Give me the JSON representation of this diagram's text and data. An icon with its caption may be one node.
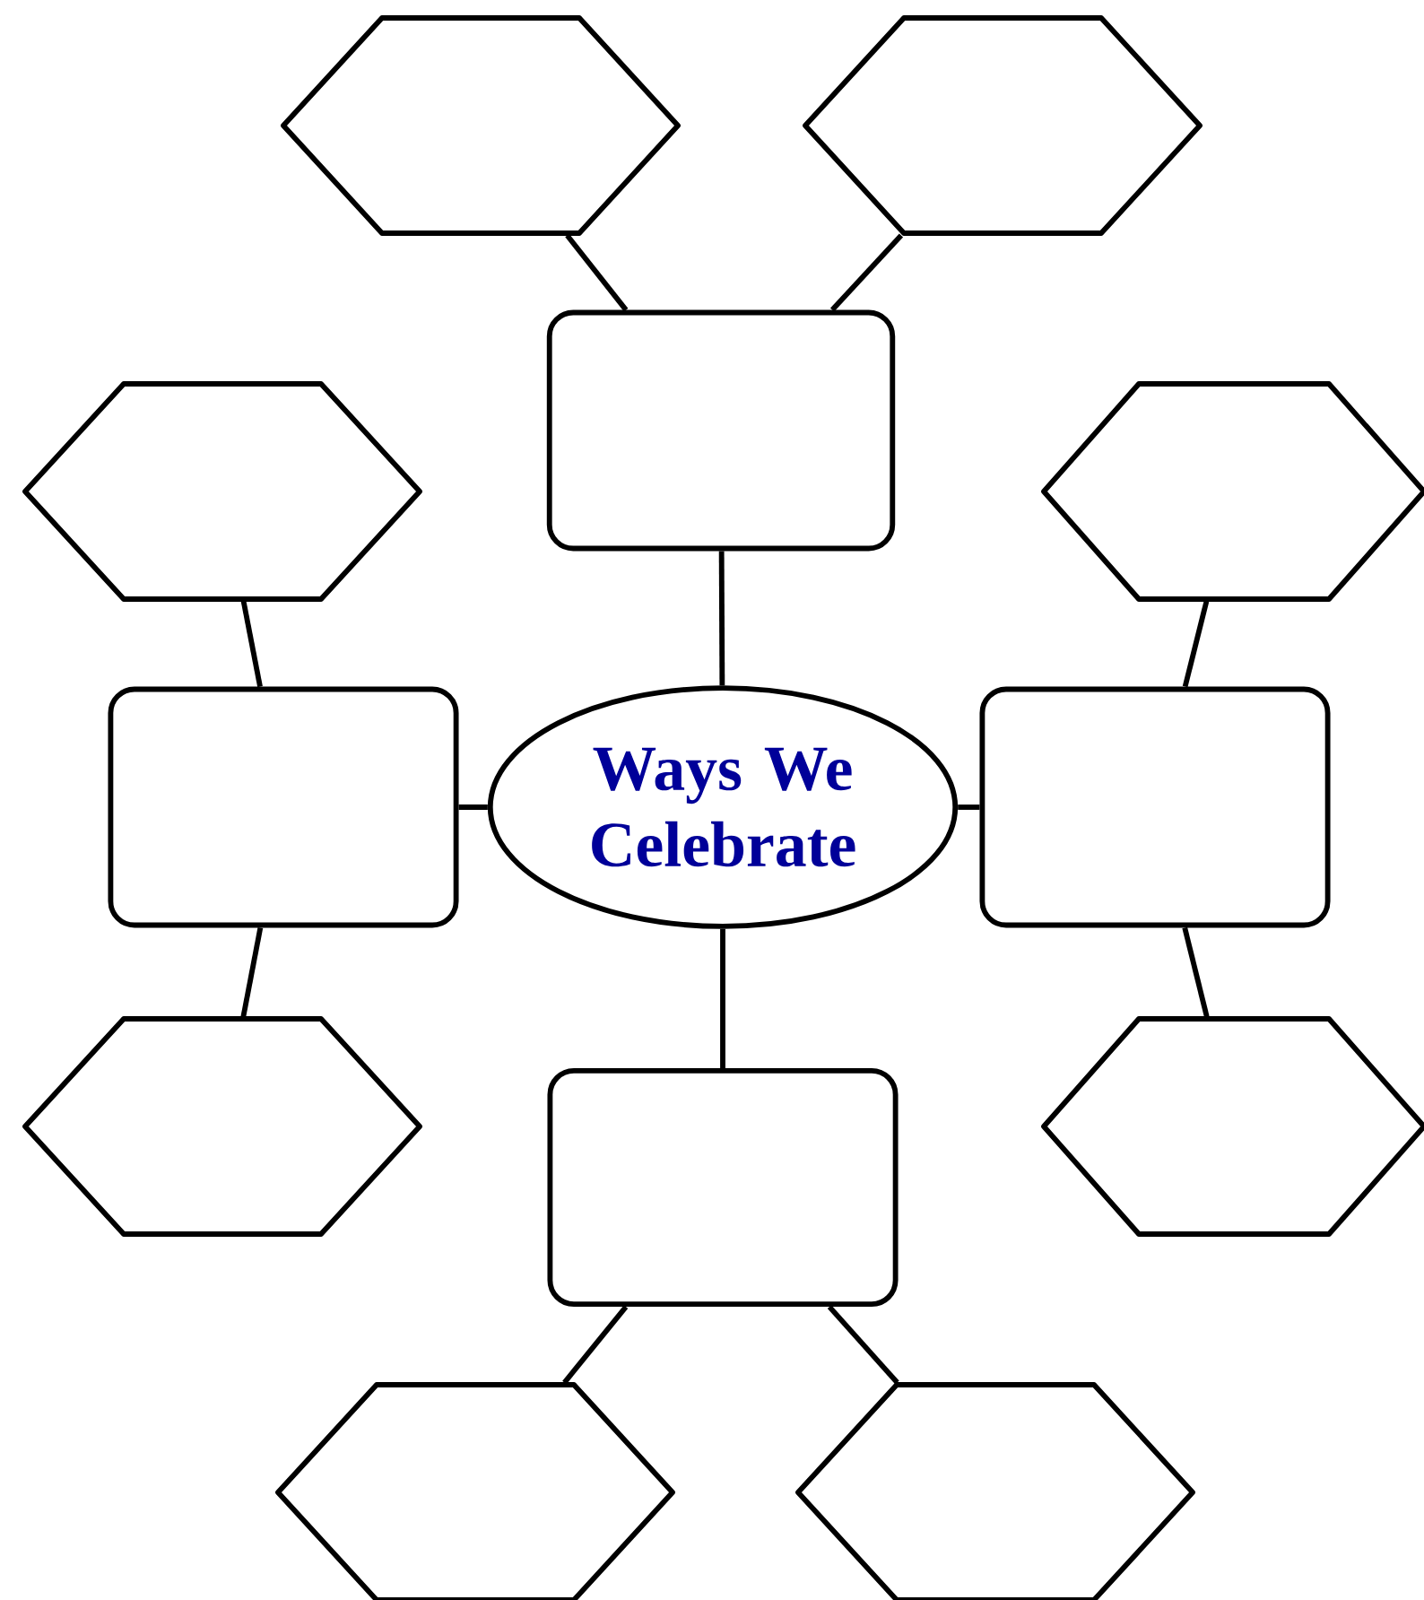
{
  "diagram": {
    "nodes": [
      {
        "text": [
          "Ways We Celebrate"
        ]
      },
      {
        "text": [],
        "shape": "box"
      },
      {
        "text": [],
        "shape": "box"
      },
      {
        "text": [],
        "shape": "box"
      },
      {
        "text": [],
        "shape": "box"
      },
      {
        "text": [],
        "shape": "hexagon"
      },
      {
        "text": [],
        "shape": "hexagon"
      },
      {
        "text": [],
        "shape": "hexagon"
      },
      {
        "text": [],
        "shape": "hexagon"
      },
      {
        "text": [],
        "shape": "hexagon"
      },
      {
        "text": [],
        "shape": "hexagon"
      },
      {
        "text": [],
        "shape": "hexagon"
      },
      {
        "text": [],
        "shape": "hexagon"
      }
    ],
    "edges": [
      {
        "from": 0,
        "to": 1,
        "arrow": "none"
      },
      {
        "from": 0,
        "to": 2,
        "arrow": "none"
      },
      {
        "from": 0,
        "to": 3,
        "arrow": "none"
      },
      {
        "from": 0,
        "to": 4,
        "arrow": "none"
      },
      {
        "from": 1,
        "to": 5,
        "arrow": "none"
      },
      {
        "from": 1,
        "to": 6,
        "arrow": "none"
      },
      {
        "from": 2,
        "to": 7,
        "arrow": "none"
      },
      {
        "from": 3,
        "to": 8,
        "arrow": "none"
      },
      {
        "from": 2,
        "to": 9,
        "arrow": "none"
      },
      {
        "from": 3,
        "to": 10,
        "arrow": "none"
      },
      {
        "from": 4,
        "to": 11,
        "arrow": "none"
      },
      {
        "from": 4,
        "to": 12,
        "arrow": "none"
      }
    ]
  }
}
